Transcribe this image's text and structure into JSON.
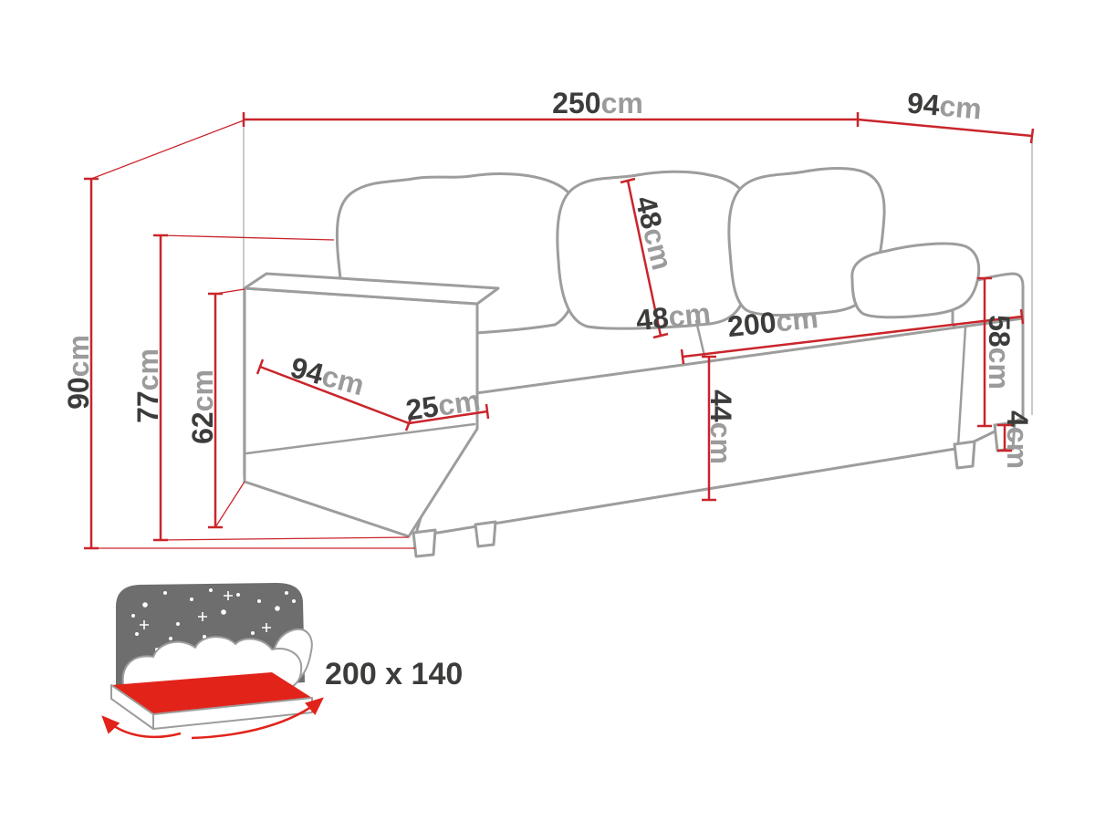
{
  "diagram": {
    "unit": "cm",
    "dims": {
      "total_width": "250",
      "total_depth": "94",
      "total_height": "90",
      "backrest_height": "77",
      "armrest_height": "62",
      "back_cushion_height": "48",
      "seat_front_height": "48",
      "seat_width": "200",
      "seat_height": "44",
      "armrest_depth": "94",
      "armrest_width": "25",
      "side_height": "58",
      "leg_height": "4"
    },
    "bed": {
      "sleeping_area": "200 x 140"
    },
    "colors": {
      "dimension_red": "#c9252b",
      "outline_gray": "#9d9d9c",
      "number_dark": "#3c3c3b",
      "unit_gray": "#9c9b9b",
      "mattress_red": "#e2231a",
      "headboard_gray": "#6f6e6e"
    }
  }
}
